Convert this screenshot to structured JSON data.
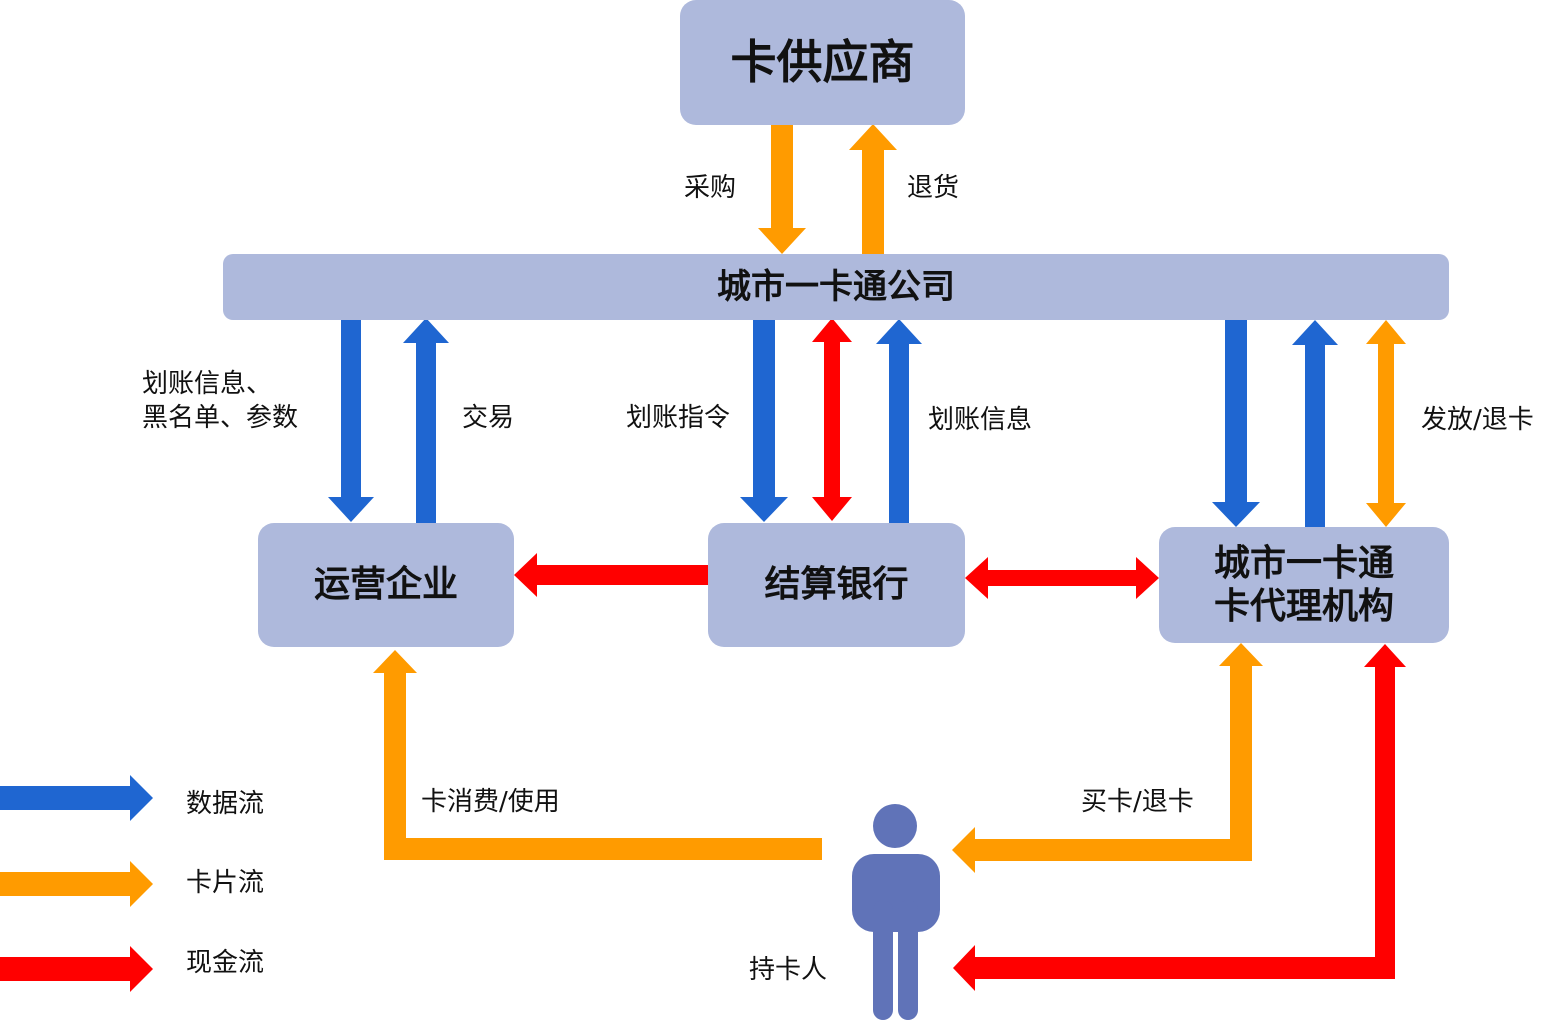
{
  "nodes": {
    "supplier": "卡供应商",
    "company": "城市一卡通公司",
    "operator": "运营企业",
    "bank": "结算银行",
    "agent_line1": "城市一卡通",
    "agent_line2": "卡代理机构",
    "holder": "持卡人"
  },
  "edge_labels": {
    "purchase": "采购",
    "return_goods": "退货",
    "transfer_info_blacklist_line1": "划账信息、",
    "transfer_info_blacklist_line2": "黑名单、参数",
    "transaction": "交易",
    "transfer_order": "划账指令",
    "transfer_info": "划账信息",
    "issue_return": "发放/退卡",
    "card_use": "卡消费/使用",
    "buy_return": "买卡/退卡"
  },
  "legend": {
    "items": [
      {
        "label": "数据流",
        "color": "#1f66d1"
      },
      {
        "label": "卡片流",
        "color": "#ff9b00"
      },
      {
        "label": "现金流",
        "color": "#ff0000"
      }
    ]
  },
  "colors": {
    "node_fill": "#aeb9dc",
    "data_flow": "#1f66d1",
    "card_flow": "#ff9b00",
    "cash_flow": "#ff0000",
    "person": "#6073b8"
  }
}
